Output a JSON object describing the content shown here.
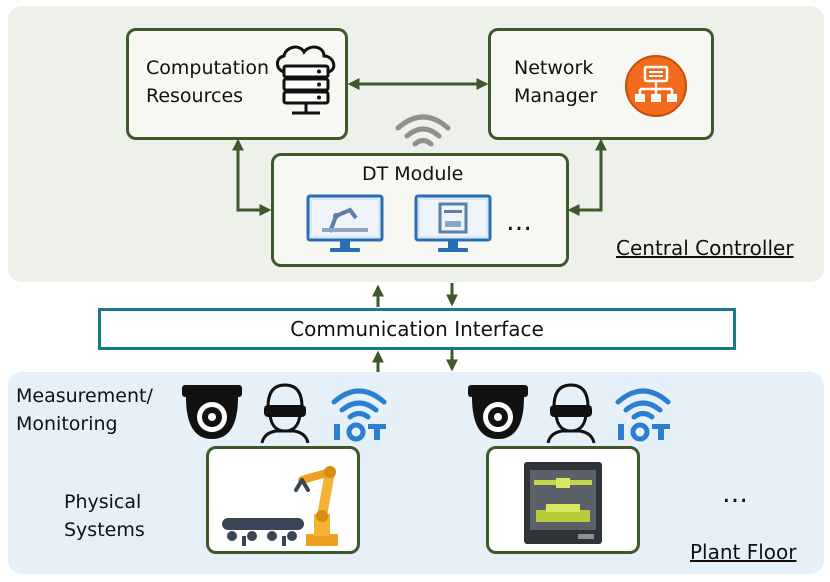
{
  "central": {
    "label": "Central Controller",
    "computation": {
      "line1": "Computation",
      "line2": "Resources",
      "icon": "cloud-server-icon"
    },
    "network": {
      "line1": "Network",
      "line2": "Manager",
      "icon": "network-hierarchy-icon"
    },
    "dt_module": {
      "title": "DT Module",
      "more": "…",
      "icons": [
        "monitor-robot-arm-icon",
        "monitor-3d-printer-icon"
      ]
    },
    "wireless_icon": "wifi-icon"
  },
  "communication": {
    "label": "Communication Interface"
  },
  "plant": {
    "label": "Plant Floor",
    "measurement": {
      "line1": "Measurement/",
      "line2": "Monitoring"
    },
    "physical": {
      "line1": "Physical",
      "line2": "Systems"
    },
    "more": "…",
    "monitor_icons": [
      "dome-camera-icon",
      "vr-operator-icon",
      "iot-icon"
    ],
    "systems": [
      "robot-arm-conveyor-icon",
      "3d-printer-icon"
    ]
  },
  "colors": {
    "green_border": "#3d5a2a",
    "teal_border": "#1b7a8a",
    "iot_blue": "#2a7fd0",
    "network_orange": "#f26a1b"
  }
}
